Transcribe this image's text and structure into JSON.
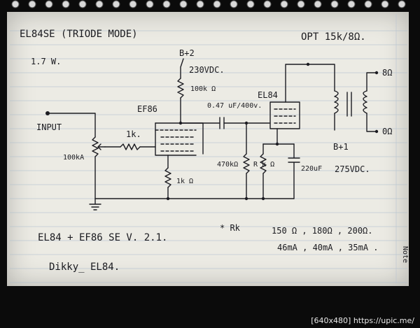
{
  "header": {
    "title": "EL84SE (TRIODE MODE)",
    "power": "1.7 W.",
    "opt": "OPT 15k/8Ω."
  },
  "supply": {
    "bplus2_label": "B+2",
    "bplus2_voltage": "230VDC.",
    "bplus1_label": "B+1",
    "bplus1_voltage": "275VDC."
  },
  "components": {
    "input": "INPUT",
    "pot": "100kA",
    "grid_stopper": "1k.",
    "driver_tube": "EF86",
    "plate_resistor": "100k Ω",
    "coupling_cap": "0.47 uF/400v.",
    "cathode_resistor_driver": "1k Ω",
    "grid_leak": "470kΩ",
    "cathode_resistor_output": "R k Ω",
    "cathode_bypass": "220uF",
    "output_tube": "EL84",
    "speaker_8": "8Ω",
    "speaker_0": "0Ω"
  },
  "notes": {
    "version": "EL84 + EF86 SE   V. 2.1.",
    "author": "Dikky_ EL84.",
    "rk_label": "* Rk",
    "rk_values": "150 Ω , 180Ω , 200Ω.",
    "current_values": "46mA , 40mA , 35mA .",
    "margin_text": "Note"
  },
  "watermark": "[640x480] https://upic.me/"
}
